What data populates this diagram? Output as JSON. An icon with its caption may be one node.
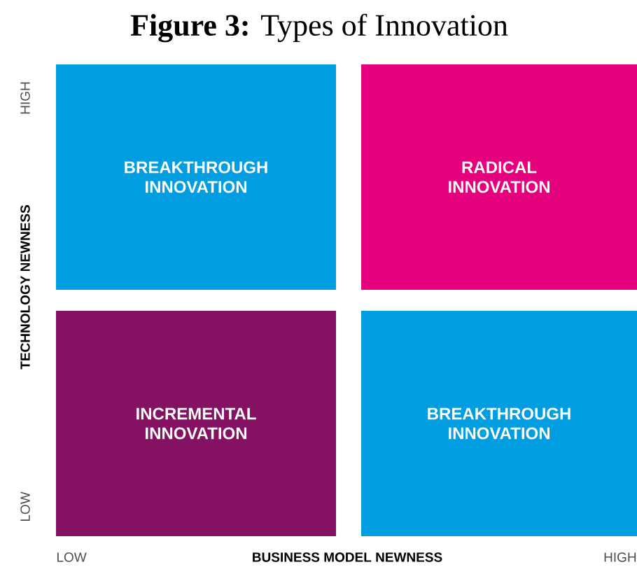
{
  "diagram": {
    "title": "**Figure 3:** Types of Innovation",
    "nodes": [
      {
        "text": [
          "BREAKTHROUGH INNOVATION"
        ]
      },
      {
        "text": [
          "RADICAL INNOVATION"
        ]
      },
      {
        "text": [
          "INCREMENTAL INNOVATION"
        ]
      },
      {
        "text": [
          "BREAKTHROUGH INNOVATION"
        ]
      }
    ],
    "labels": [
      "HIGH",
      "TECHNOLOGY NEWNESS",
      "LOW",
      "LOW",
      "BUSINESS MODEL NEWNESS",
      "HIGH"
    ]
  }
}
